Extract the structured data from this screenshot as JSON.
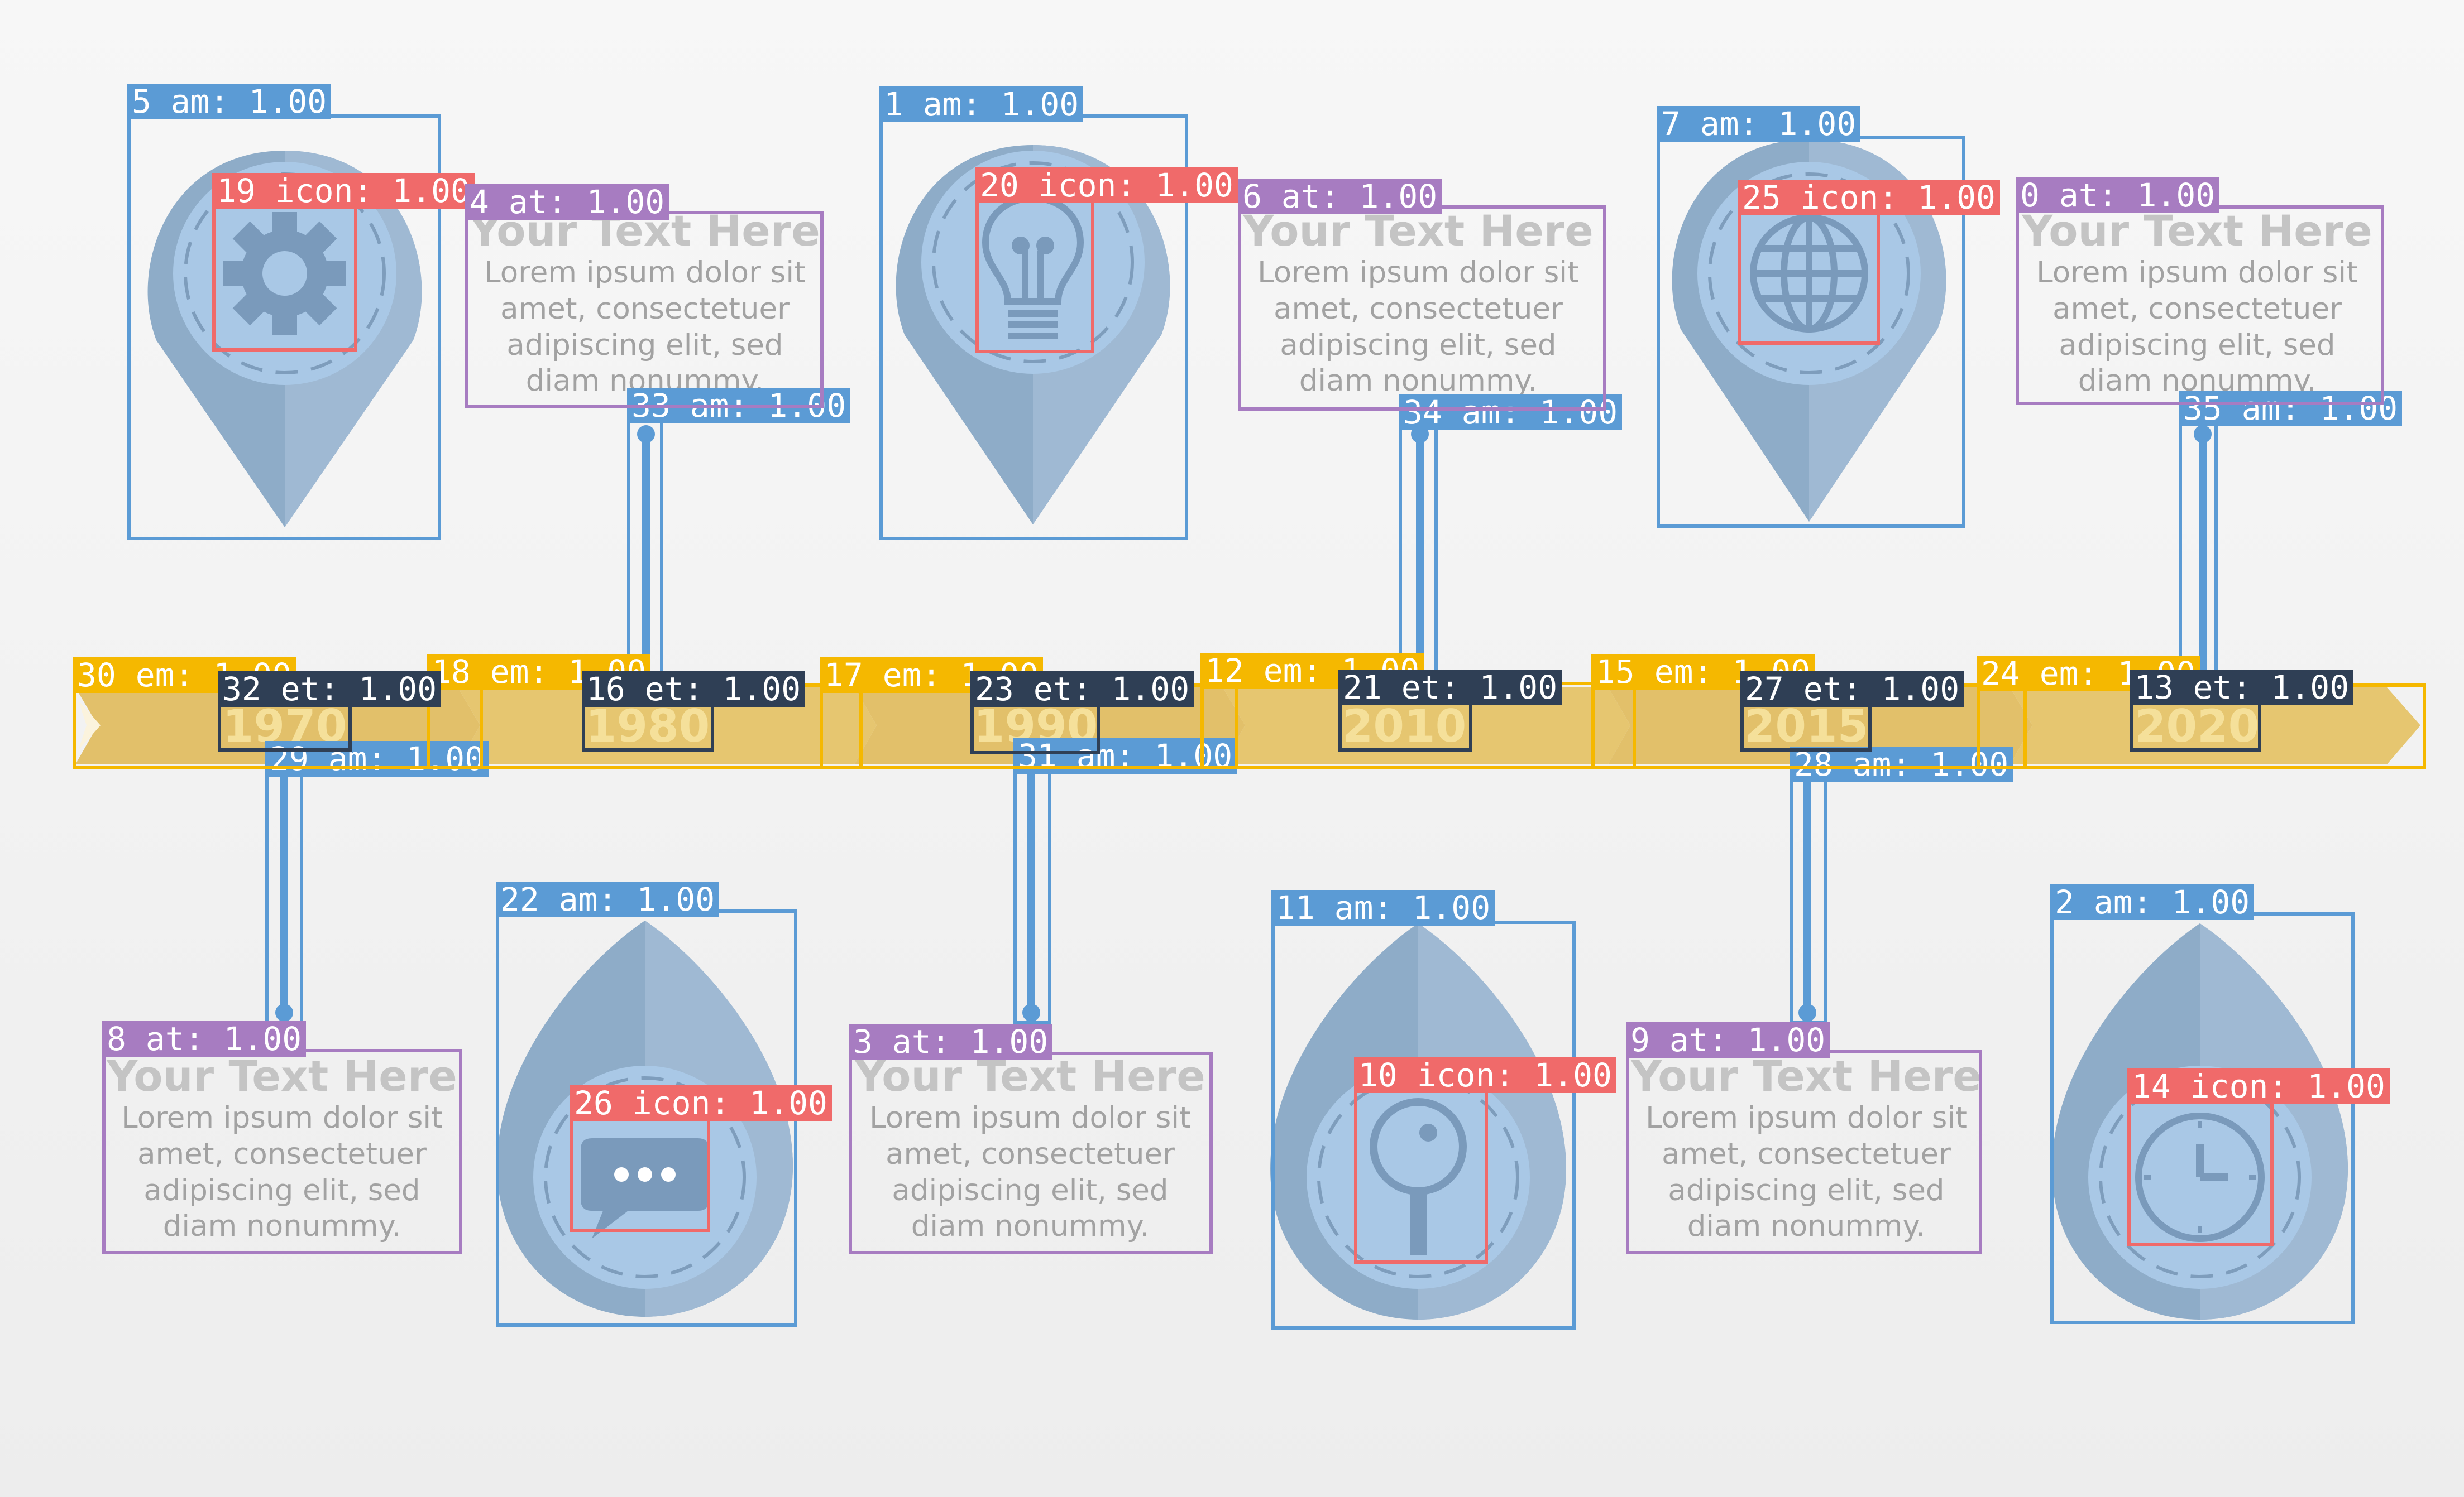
{
  "timeline": {
    "years": [
      "1970",
      "1980",
      "1990",
      "2010",
      "2015",
      "2020"
    ]
  },
  "textblocks": [
    {
      "title": "Your Text Here",
      "body": "Lorem ipsum dolor sit amet, consectetuer adipiscing elit, sed diam nonummy."
    },
    {
      "title": "Your Text Here",
      "body": "Lorem ipsum dolor sit amet, consectetuer adipiscing elit, sed diam nonummy."
    },
    {
      "title": "Your Text Here",
      "body": "Lorem ipsum dolor sit amet, consectetuer adipiscing elit, sed diam nonummy."
    },
    {
      "title": "Your Text Here",
      "body": "Lorem ipsum dolor sit amet, consectetuer adipiscing elit, sed diam nonummy."
    },
    {
      "title": "Your Text Here",
      "body": "Lorem ipsum dolor sit amet, consectetuer adipiscing elit, sed diam nonummy."
    },
    {
      "title": "Your Text Here",
      "body": "Lorem ipsum dolor sit amet, consectetuer adipiscing elit, sed diam nonummy."
    }
  ],
  "icons": [
    "gear-icon",
    "lightbulb-icon",
    "globe-icon",
    "chat-bubble-icon",
    "magnifier-icon",
    "clock-icon"
  ],
  "annotations": {
    "am_5": "5 am: 1.00",
    "am_1": "1 am: 1.00",
    "am_7": "7 am: 1.00",
    "am_22": "22 am: 1.00",
    "am_11": "11 am: 1.00",
    "am_2": "2 am: 1.00",
    "am_33": "33 am: 1.00",
    "am_34": "34 am: 1.00",
    "am_35": "35 am: 1.00",
    "am_29": "29 am: 1.00",
    "am_31": "31 am: 1.00",
    "am_28": "28 am: 1.00",
    "icon_19": "19 icon: 1.00",
    "icon_20": "20 icon: 1.00",
    "icon_25": "25 icon: 1.00",
    "icon_26": "26 icon: 1.00",
    "icon_10": "10 icon: 1.00",
    "icon_14": "14 icon: 1.00",
    "at_4": "4 at: 1.00",
    "at_6": "6 at: 1.00",
    "at_0": "0 at: 1.00",
    "at_8": "8 at: 1.00",
    "at_3": "3 at: 1.00",
    "at_9": "9 at: 1.00",
    "em_30": "30 em: 1.00",
    "em_18": "18 em: 1.00",
    "em_17": "17 em: 1.00",
    "em_12": "12 em: 1.00",
    "em_15": "15 em: 1.00",
    "em_24": "24 em: 1.00",
    "et_32": "32 et: 1.00",
    "et_16": "16 et: 1.00",
    "et_23": "23 et: 1.00",
    "et_21": "21 et: 1.00",
    "et_27": "27 et: 1.00",
    "et_13": "13 et: 1.00"
  },
  "colors": {
    "am": "#5b9bd5",
    "icon": "#f06a6a",
    "at": "#a77cc1",
    "em": "#f5b800",
    "et": "#2f3f55",
    "pin": "#8eacc8",
    "pin_inner": "#a9c8e6",
    "icon_glyph": "#7a9abb",
    "arrow": "#e2c06a"
  }
}
